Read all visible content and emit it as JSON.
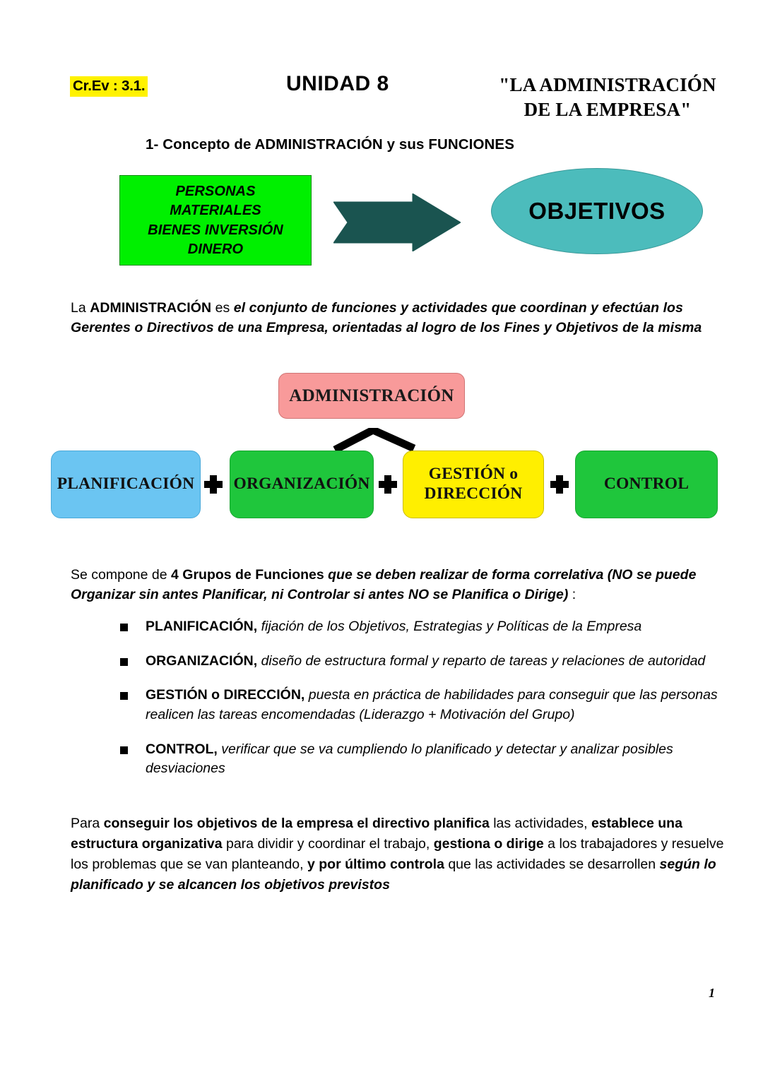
{
  "header": {
    "criterion_label": "Cr.Ev : 3.1.",
    "unit_title": "UNIDAD 8",
    "doc_title_line1": "\"LA ADMINISTRACIÓN",
    "doc_title_line2": "DE LA EMPRESA\""
  },
  "section_heading": "1- Concepto de ADMINISTRACIÓN y sus FUNCIONES",
  "diagram_inputs_outputs": {
    "resources": [
      "PERSONAS",
      "MATERIALES",
      "BIENES INVERSIÓN",
      "DINERO"
    ],
    "arrow_label": "right-arrow",
    "goal": "OBJETIVOS"
  },
  "definition": {
    "part1": "La ",
    "part2": "ADMINISTRACIÓN",
    "part3": " es ",
    "part4": "el conjunto de funciones y actividades que  coordinan y efectúan los Gerentes o Directivos de una Empresa, orientadas al logro de los Fines y Objetivos de la misma"
  },
  "flowchart": {
    "root": "ADMINISTRACIÓN",
    "functions": [
      {
        "label_line1": "PLANIFICACIÓN",
        "label_line2": ""
      },
      {
        "label_line1": "ORGANIZACIÓN",
        "label_line2": ""
      },
      {
        "label_line1": "GESTIÓN o",
        "label_line2": "DIRECCIÓN"
      },
      {
        "label_line1": "CONTROL",
        "label_line2": ""
      }
    ],
    "connector": "+"
  },
  "compose": {
    "t1": "Se compone de ",
    "t2": "4 Grupos de Funciones",
    "t3": " ",
    "t4": "que se deben realizar de forma correlativa (NO se puede Organizar sin antes Planificar, ni Controlar si antes NO se Planifica o Dirige)",
    "t5": " :"
  },
  "bullets": [
    {
      "term": "PLANIFICACIÓN,",
      "desc": " fijación de los Objetivos, Estrategias y Políticas de la Empresa"
    },
    {
      "term": "ORGANIZACIÓN,",
      "desc": " diseño de estructura formal y reparto de tareas y relaciones de autoridad"
    },
    {
      "term": "GESTIÓN o DIRECCIÓN,",
      "desc": " puesta en práctica de habilidades para conseguir que las personas realicen las tareas encomendadas (Liderazgo + Motivación del Grupo)"
    },
    {
      "term": "CONTROL,",
      "desc": " verificar que se va cumpliendo lo planificado y detectar y analizar posibles desviaciones"
    }
  ],
  "closing": {
    "c1": "Para ",
    "c2": "conseguir los objetivos de la empresa el directivo planifica",
    "c3": " las actividades, ",
    "c4": "establece una estructura organizativa",
    "c5": " para dividir y coordinar el trabajo, ",
    "c6": "gestiona  o dirige",
    "c7": " a los trabajadores y resuelve los problemas que se van planteando, ",
    "c8": "y por último controla",
    "c9": " que las actividades se desarrollen ",
    "c10": "según lo planificado y se alcancen los objetivos previstos"
  },
  "page_number": "1",
  "colors": {
    "highlight_yellow": "#fff200",
    "resources_green": "#00f000",
    "arrow_teal": "#1a5450",
    "objective_teal": "#4cbcbc",
    "admin_pink": "#f89a9a",
    "planificacion_blue": "#6bc5f2",
    "organizacion_green": "#1fc63c",
    "gestion_yellow": "#ffef00",
    "control_green": "#1fc63c",
    "connector_black": "#000000"
  }
}
